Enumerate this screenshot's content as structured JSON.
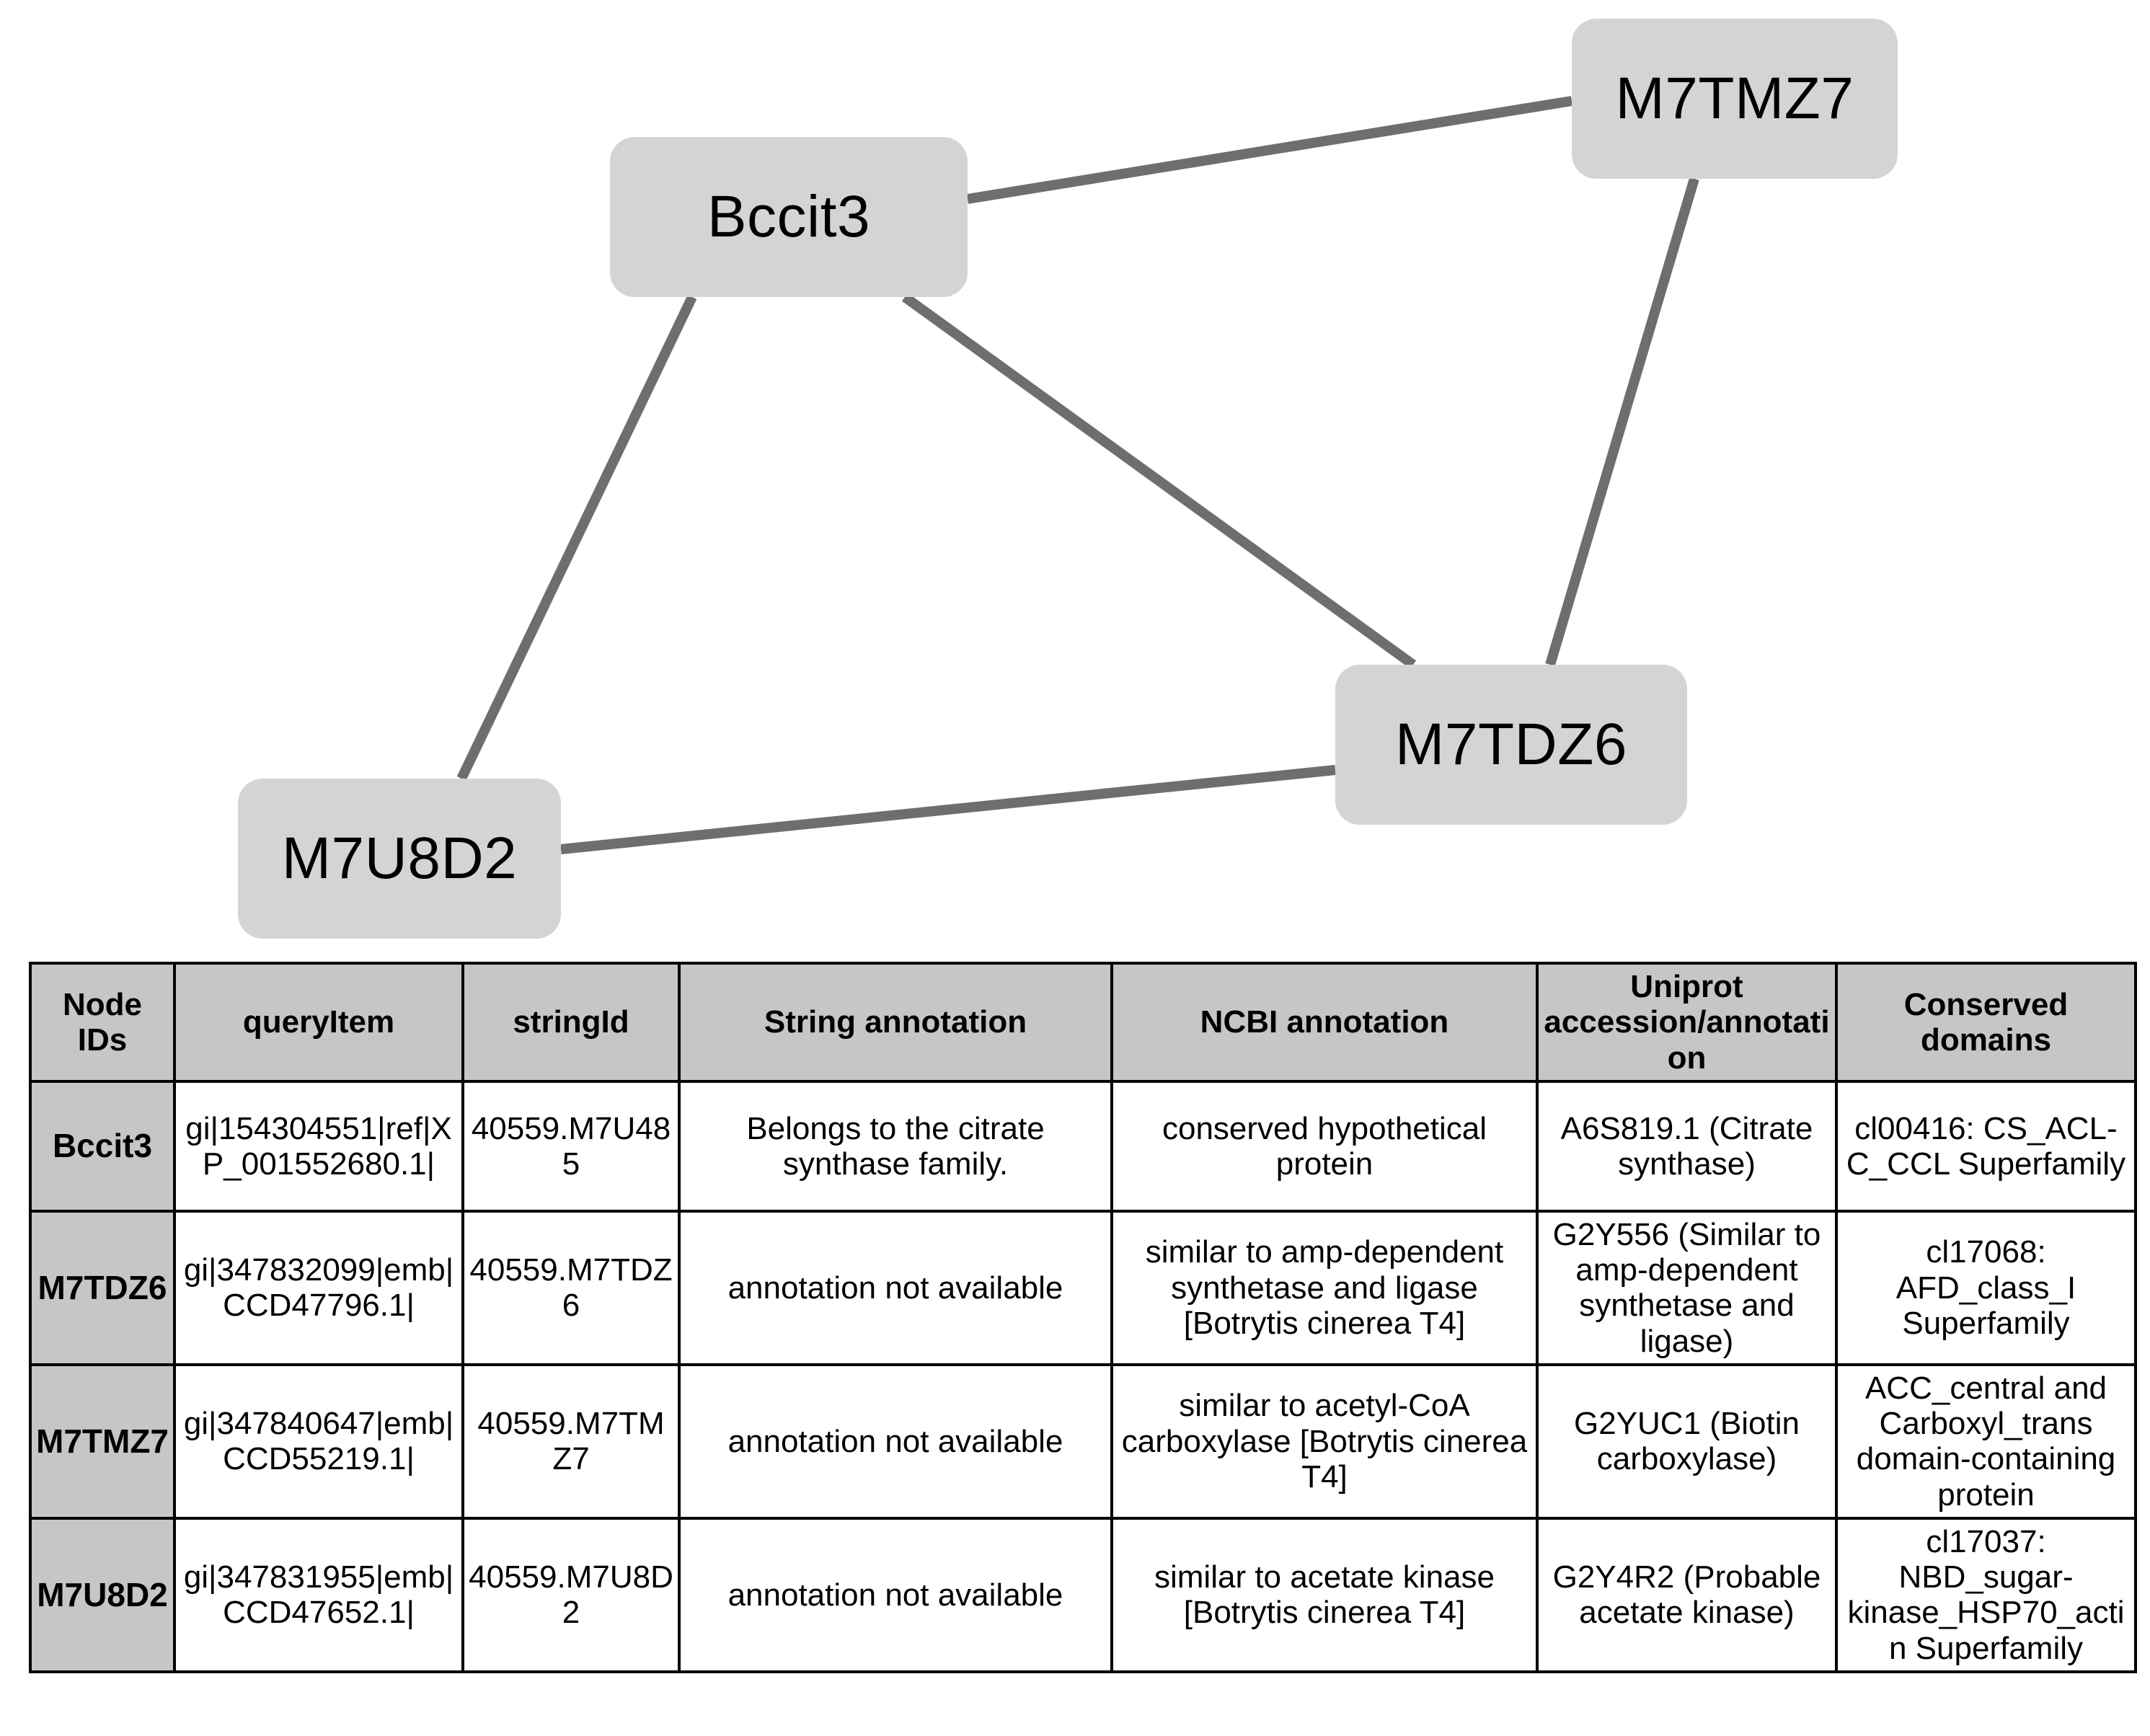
{
  "network": {
    "nodes": [
      {
        "id": "bccit3",
        "label": "Bccit3"
      },
      {
        "id": "m7tmz7",
        "label": "M7TMZ7"
      },
      {
        "id": "m7tdz6",
        "label": "M7TDZ6"
      },
      {
        "id": "m7u8d2",
        "label": "M7U8D2"
      }
    ],
    "edges": [
      {
        "from": "Bccit3",
        "to": "M7TMZ7"
      },
      {
        "from": "Bccit3",
        "to": "M7TDZ6"
      },
      {
        "from": "Bccit3",
        "to": "M7U8D2"
      },
      {
        "from": "M7TMZ7",
        "to": "M7TDZ6"
      },
      {
        "from": "M7TDZ6",
        "to": "M7U8D2"
      }
    ],
    "node_color": "#d4d4d4",
    "edge_color": "#6e6e6e"
  },
  "table": {
    "headers": [
      "Node IDs",
      "queryItem",
      "stringId",
      "String annotation",
      "NCBI annotation",
      "Uniprot accession/annotation",
      "Conserved domains"
    ],
    "rows": [
      {
        "node_id": "Bccit3",
        "query_item": "gi|154304551|ref|XP_001552680.1|",
        "string_id": "40559.M7U485",
        "string_annotation": "Belongs to the citrate synthase family.",
        "ncbi_annotation": "conserved hypothetical protein",
        "uniprot": "A6S819.1 (Citrate synthase)",
        "conserved_domains": "cl00416: CS_ACL-C_CCL Superfamily"
      },
      {
        "node_id": "M7TDZ6",
        "query_item": "gi|347832099|emb|CCD47796.1|",
        "string_id": "40559.M7TDZ6",
        "string_annotation": "annotation not available",
        "ncbi_annotation": "similar to amp-dependent synthetase and ligase [Botrytis cinerea T4]",
        "uniprot": "G2Y556 (Similar to amp-dependent synthetase and ligase)",
        "conserved_domains": "cl17068: AFD_class_I Superfamily"
      },
      {
        "node_id": "M7TMZ7",
        "query_item": "gi|347840647|emb|CCD55219.1|",
        "string_id": "40559.M7TMZ7",
        "string_annotation": "annotation not available",
        "ncbi_annotation": "similar to acetyl-CoA carboxylase [Botrytis cinerea T4]",
        "uniprot": "G2YUC1 (Biotin carboxylase)",
        "conserved_domains": "ACC_central and Carboxyl_trans domain-containing protein"
      },
      {
        "node_id": "M7U8D2",
        "query_item": "gi|347831955|emb|CCD47652.1|",
        "string_id": "40559.M7U8D2",
        "string_annotation": "annotation not available",
        "ncbi_annotation": "similar to acetate kinase [Botrytis cinerea T4]",
        "uniprot": "G2Y4R2 (Probable acetate kinase)",
        "conserved_domains": "cl17037: NBD_sugar-kinase_HSP70_actin Superfamily"
      }
    ]
  }
}
